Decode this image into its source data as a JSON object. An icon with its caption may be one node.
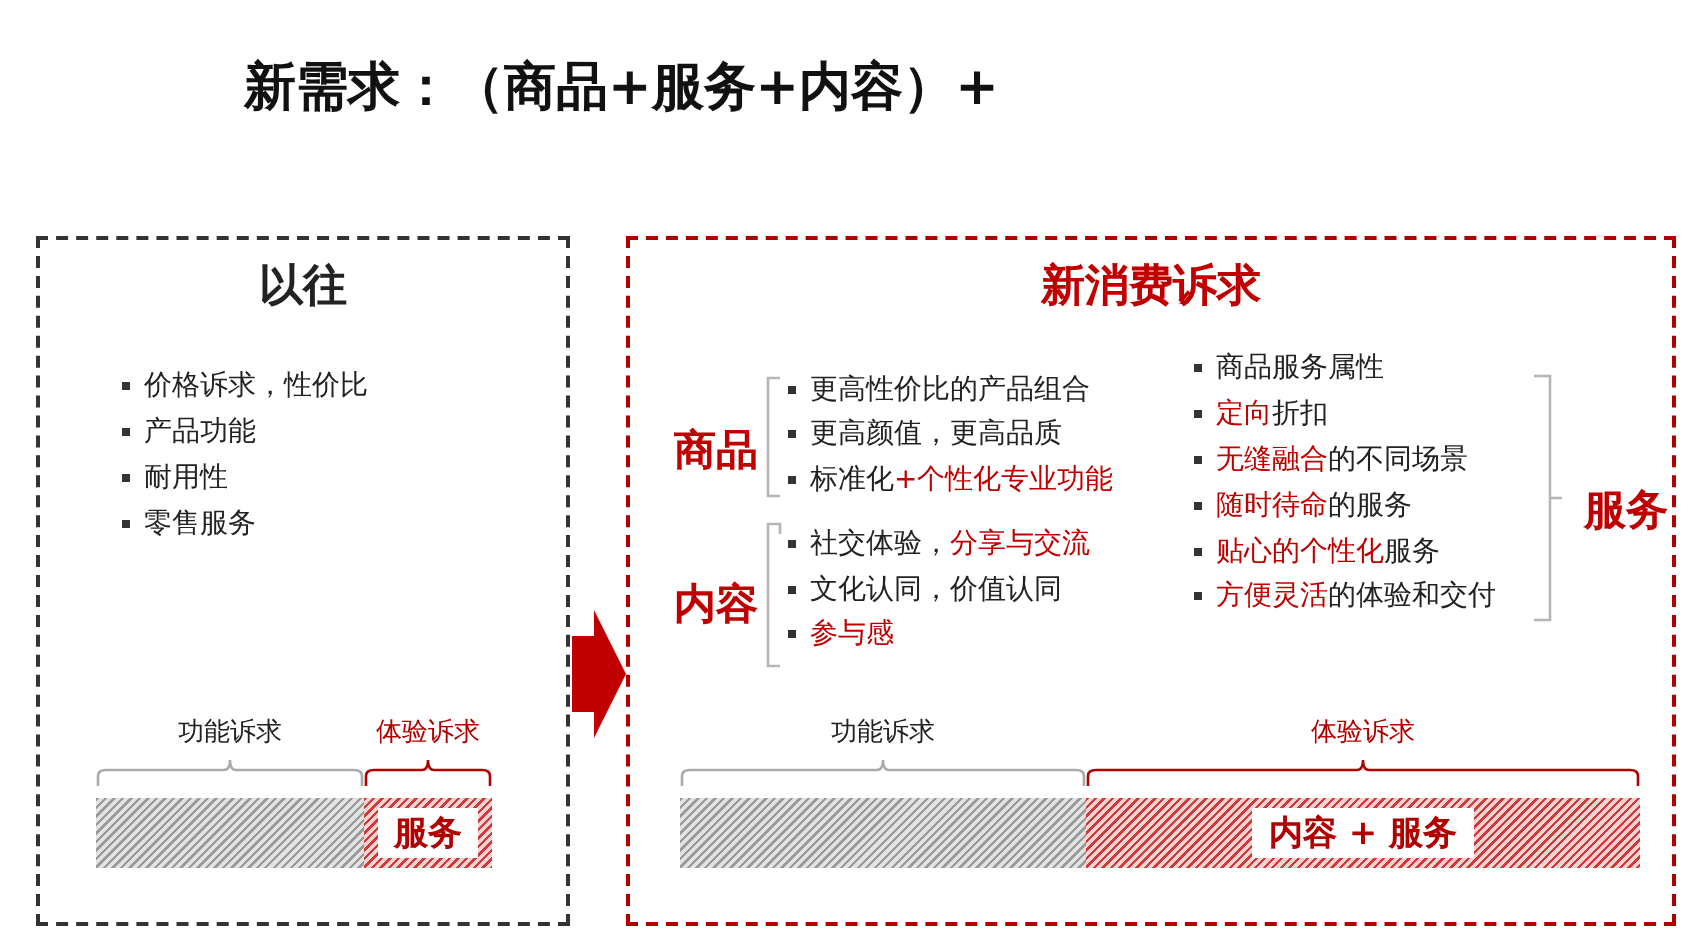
{
  "diagram": {
    "title": "新需求：（商品+服务+内容）+",
    "nodes": [
      {
        "text": [
          "以往"
        ]
      },
      {
        "text": [
          "新消费诉求"
        ]
      },
      {
        "text": [],
        "shape": "bar",
        "in": 0,
        "beside": [
          "功能诉求"
        ]
      },
      {
        "text": [
          "服务"
        ],
        "in": 0,
        "beside": [
          "体验诉求"
        ]
      },
      {
        "text": [],
        "shape": "bar",
        "in": 1,
        "beside": [
          "功能诉求"
        ]
      },
      {
        "text": [
          "内容 + 服务"
        ],
        "in": 1,
        "beside": [
          "体验诉求"
        ]
      }
    ],
    "edges": [
      {
        "from": 0,
        "to": 1,
        "arrow": "to",
        "style": "thick"
      }
    ],
    "labels": [
      "价格诉求，性价比",
      "产品功能",
      "耐用性",
      "零售服务",
      "商品",
      "更高性价比的产品组合",
      "更高颜值，更高品质",
      "标准化**+个性化专业功能**",
      "内容",
      "社交体验，**分享与交流**",
      "文化认同，价值认同",
      "参与感",
      "商品服务属性",
      "**定向**折扣",
      "**无缝融合**的不同场景",
      "**随时待命**的服务",
      "**贴心的个性化**服务",
      "**方便灵活**的体验和交付",
      "服务"
    ]
  }
}
